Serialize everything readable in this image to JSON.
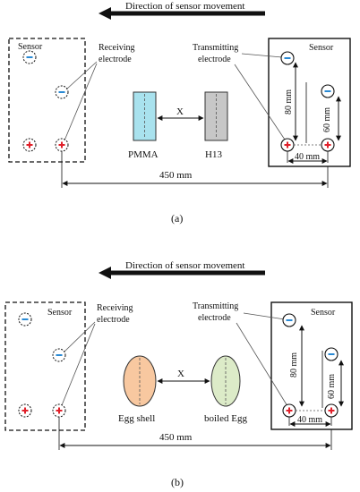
{
  "panels": [
    {
      "direction_text": "Direction of sensor movement",
      "sensor_left_label": "Sensor",
      "sensor_right_label": "Sensor",
      "receiving_label_line1": "Receiving",
      "receiving_label_line2": "electrode",
      "transmitting_label_line1": "Transmitting",
      "transmitting_label_line2": "electrode",
      "gap_label": "X",
      "object_left_label": "PMMA",
      "object_right_label": "H13",
      "dim_vertical_1": "80 mm",
      "dim_vertical_2": "60 mm",
      "dim_horizontal": "40 mm",
      "distance_label": "450 mm",
      "caption": "(a)",
      "colors": {
        "object_left": "#a9e2ee",
        "object_right": "#c7c7c7",
        "electrode_plus": "#e0202a",
        "electrode_minus": "#2a8ad4"
      }
    },
    {
      "direction_text": "Direction of sensor movement",
      "sensor_left_label": "Sensor",
      "sensor_right_label": "Sensor",
      "receiving_label_line1": "Receiving",
      "receiving_label_line2": "electrode",
      "transmitting_label_line1": "Transmitting",
      "transmitting_label_line2": "electrode",
      "gap_label": "X",
      "object_left_label": "Egg shell",
      "object_right_label": "boiled Egg",
      "dim_vertical_1": "80 mm",
      "dim_vertical_2": "60 mm",
      "dim_horizontal": "40 mm",
      "distance_label": "450 mm",
      "caption": "(b)",
      "colors": {
        "object_left": "#f8c8a0",
        "object_right": "#dcebc8",
        "electrode_plus": "#e0202a",
        "electrode_minus": "#2a8ad4"
      }
    }
  ]
}
